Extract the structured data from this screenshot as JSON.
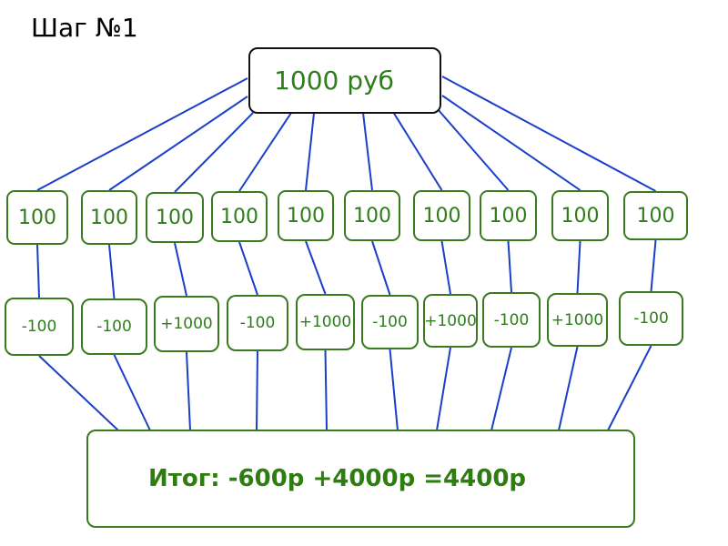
{
  "title": "Шаг №1",
  "root": {
    "label": "1000 руб",
    "value": 1000,
    "currency": "руб"
  },
  "stakes": [
    {
      "label": "100",
      "outcome": "-100"
    },
    {
      "label": "100",
      "outcome": "-100"
    },
    {
      "label": "100",
      "outcome": "+1000"
    },
    {
      "label": "100",
      "outcome": "-100"
    },
    {
      "label": "100",
      "outcome": "+1000"
    },
    {
      "label": "100",
      "outcome": "-100"
    },
    {
      "label": "100",
      "outcome": "+1000"
    },
    {
      "label": "100",
      "outcome": "-100"
    },
    {
      "label": "100",
      "outcome": "+1000"
    },
    {
      "label": "100",
      "outcome": "-100"
    }
  ],
  "total": {
    "label": "Итог: -600р +4000р =4400р"
  },
  "colors": {
    "text_green": "#2e7d1a",
    "border_green": "#3a7a1e",
    "wire_blue": "#1a3fc8",
    "root_border": "#111111"
  }
}
